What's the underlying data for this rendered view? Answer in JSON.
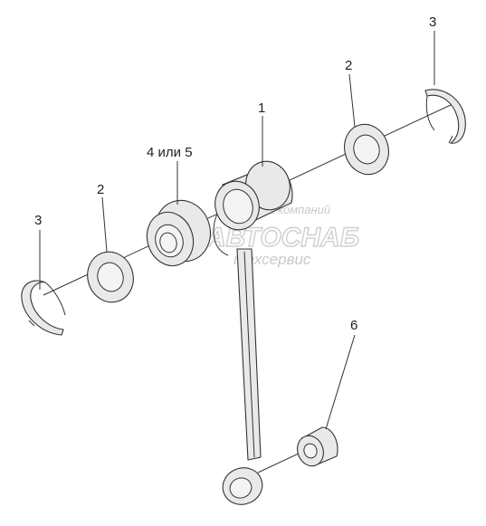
{
  "labels": {
    "connecting_rod": "1",
    "washer_right": "2",
    "washer_left": "2",
    "retaining_ring_right": "3",
    "retaining_ring_left": "3",
    "bearing": "4 или 5",
    "bushing": "6"
  },
  "watermark": {
    "line1": "группа компаний",
    "line2": "АВТОСНАБ",
    "line3": "техсервис"
  },
  "colors": {
    "line": "#333333",
    "fill": "#e9e9e9",
    "watermark": "#cfcfcf"
  }
}
